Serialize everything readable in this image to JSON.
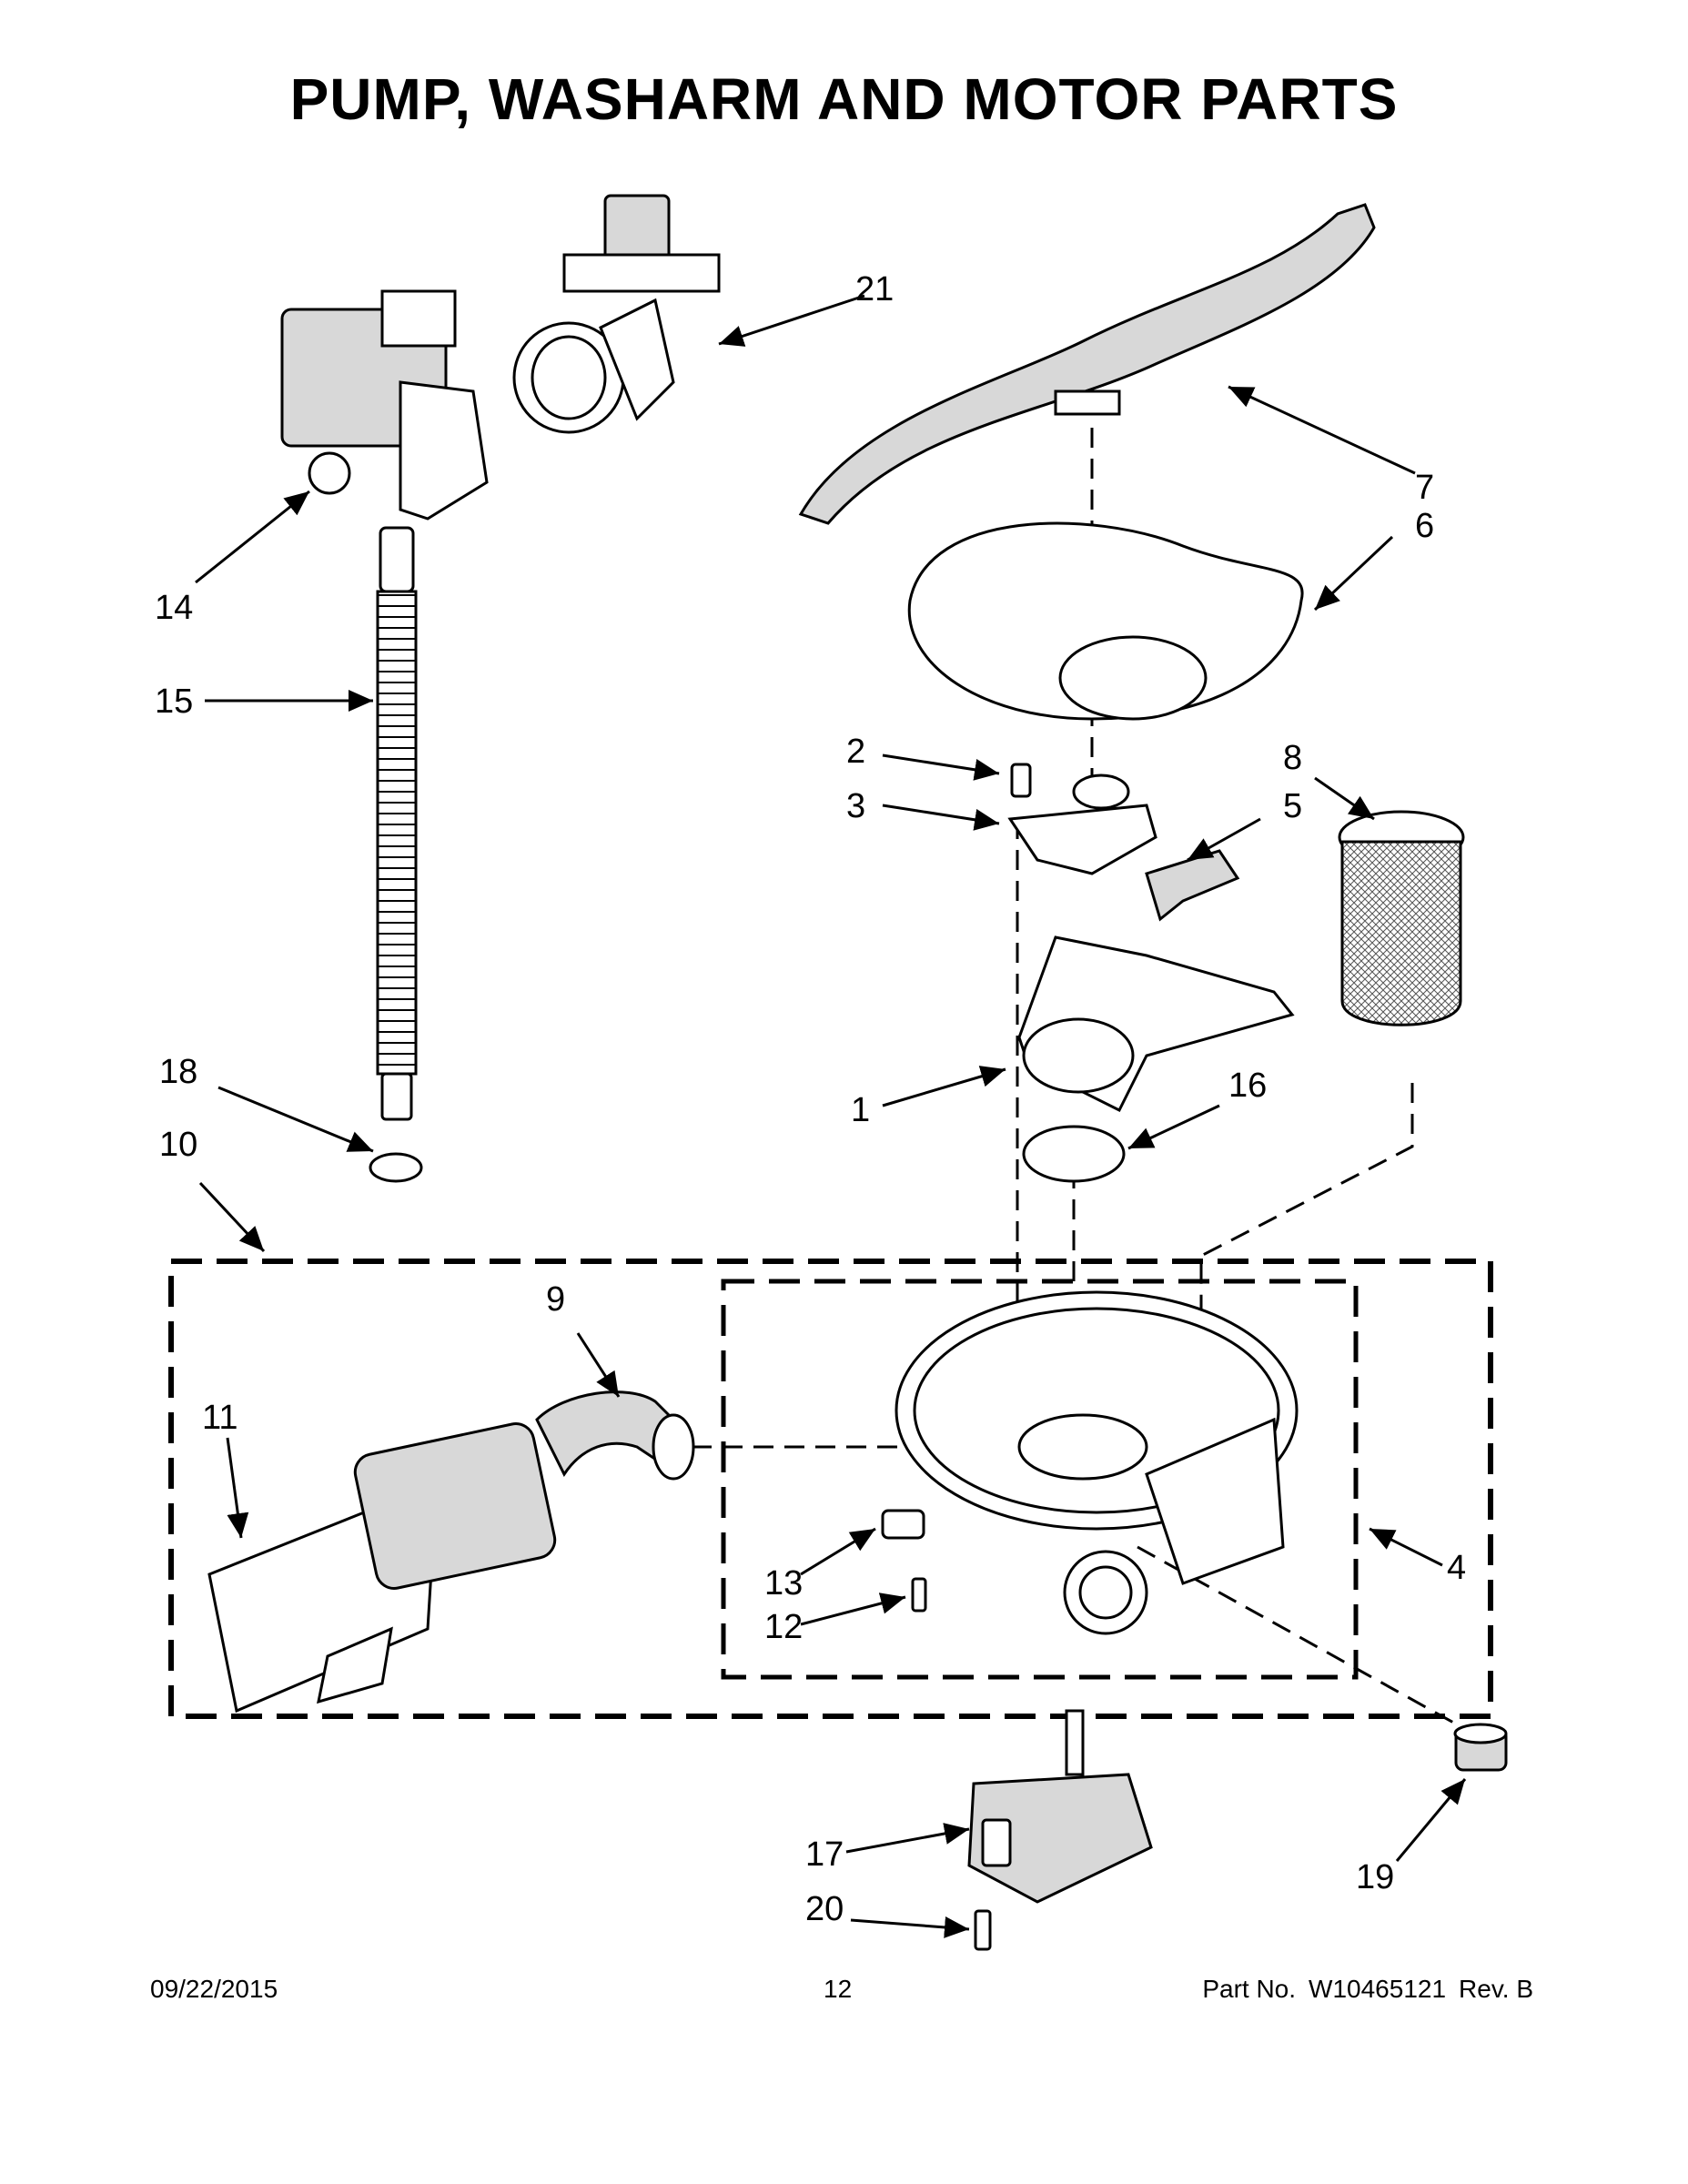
{
  "title": "PUMP, WASHARM AND MOTOR PARTS",
  "callouts": {
    "c1": "1",
    "c2": "2",
    "c3": "3",
    "c4": "4",
    "c5": "5",
    "c6": "6",
    "c7": "7",
    "c8": "8",
    "c9": "9",
    "c10": "10",
    "c11": "11",
    "c12": "12",
    "c13": "13",
    "c14": "14",
    "c15": "15",
    "c16": "16",
    "c17": "17",
    "c18": "18",
    "c19": "19",
    "c20": "20",
    "c21": "21"
  },
  "footer": {
    "date": "09/22/2015",
    "page": "12",
    "part_label": "Part No.",
    "part_number": "W10465121",
    "revision": "Rev.  B"
  }
}
